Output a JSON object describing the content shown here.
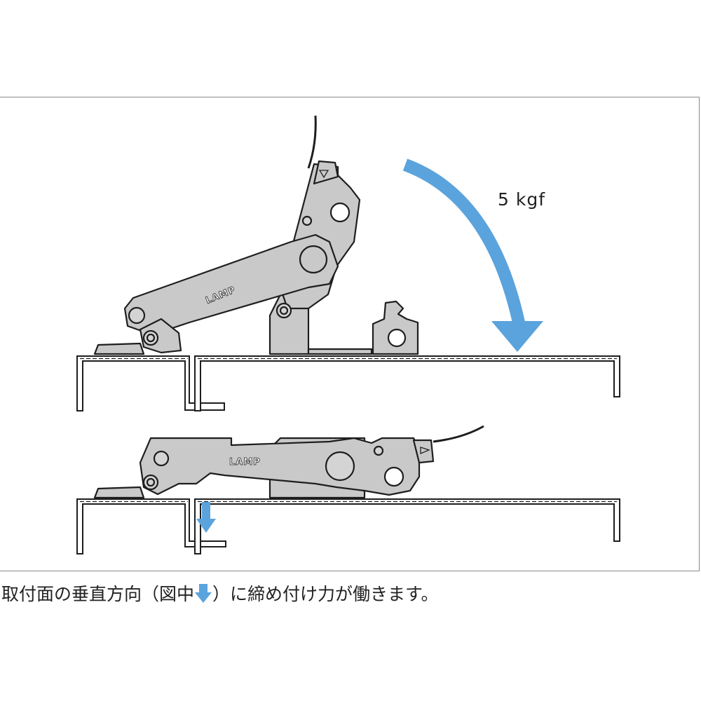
{
  "diagram": {
    "force_label": "5 kgf",
    "logo_text": "LAMP",
    "caption_before": "取付面の垂直方向（図中",
    "caption_after": "）に締め付け力が働きます。",
    "arrow_color": "#5ba3dc",
    "part_color": "#c9c9c9"
  }
}
